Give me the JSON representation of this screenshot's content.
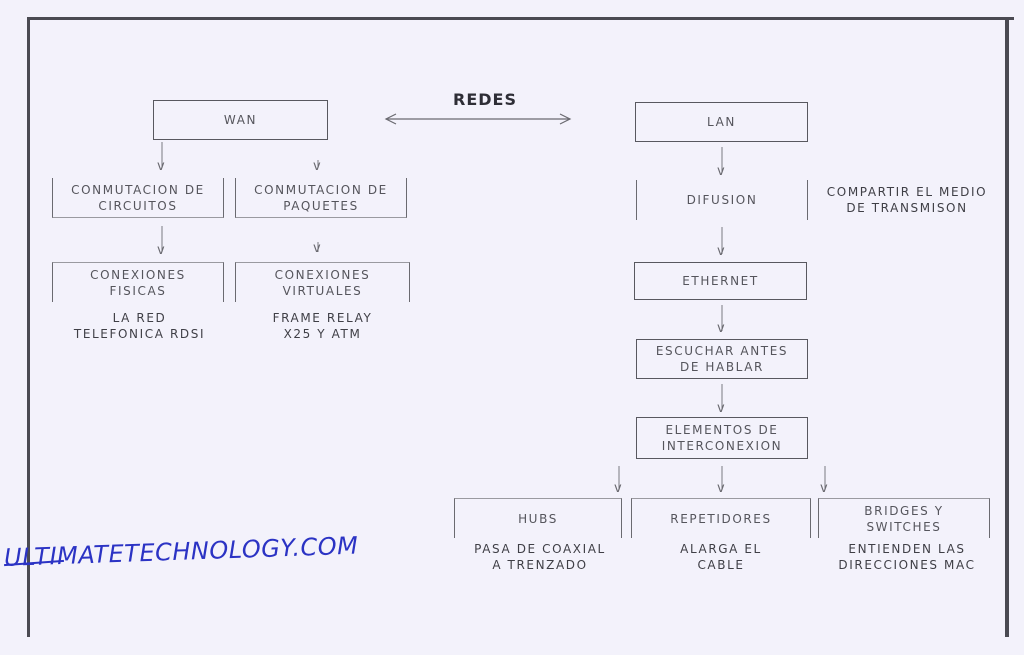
{
  "title": "REDES",
  "wan": {
    "root": "WAN",
    "circuit_switching": "CONMUTACION DE\nCIRCUITOS",
    "packet_switching": "CONMUTACION DE\nPAQUETES",
    "physical_connections": "CONEXIONES\nFISICAS",
    "virtual_connections": "CONEXIONES\nVIRTUALES",
    "physical_example": "LA RED\nTELEFONICA RDSI",
    "virtual_example": "FRAME RELAY\nX25 Y ATM"
  },
  "lan": {
    "root": "LAN",
    "broadcast": "DIFUSION",
    "broadcast_note": "COMPARTIR EL MEDIO\nDE TRANSMISON",
    "ethernet": "ETHERNET",
    "listen": "ESCUCHAR ANTES\nDE HABLAR",
    "interconnection": "ELEMENTOS DE\nINTERCONEXION",
    "hubs": "HUBS",
    "repeaters": "REPETIDORES",
    "bridges": "BRIDGES Y\nSWITCHES",
    "hubs_note": "PASA DE COAXIAL\nA TRENZADO",
    "repeaters_note": "ALARGA EL\nCABLE",
    "bridges_note": "ENTIENDEN LAS\nDIRECCIONES MAC"
  },
  "watermark": "ULTIMATETECHNOLOGY.COM",
  "colors": {
    "ink": "#3c3c44",
    "paper": "#f3f2fb",
    "signature": "#2b33c4"
  }
}
